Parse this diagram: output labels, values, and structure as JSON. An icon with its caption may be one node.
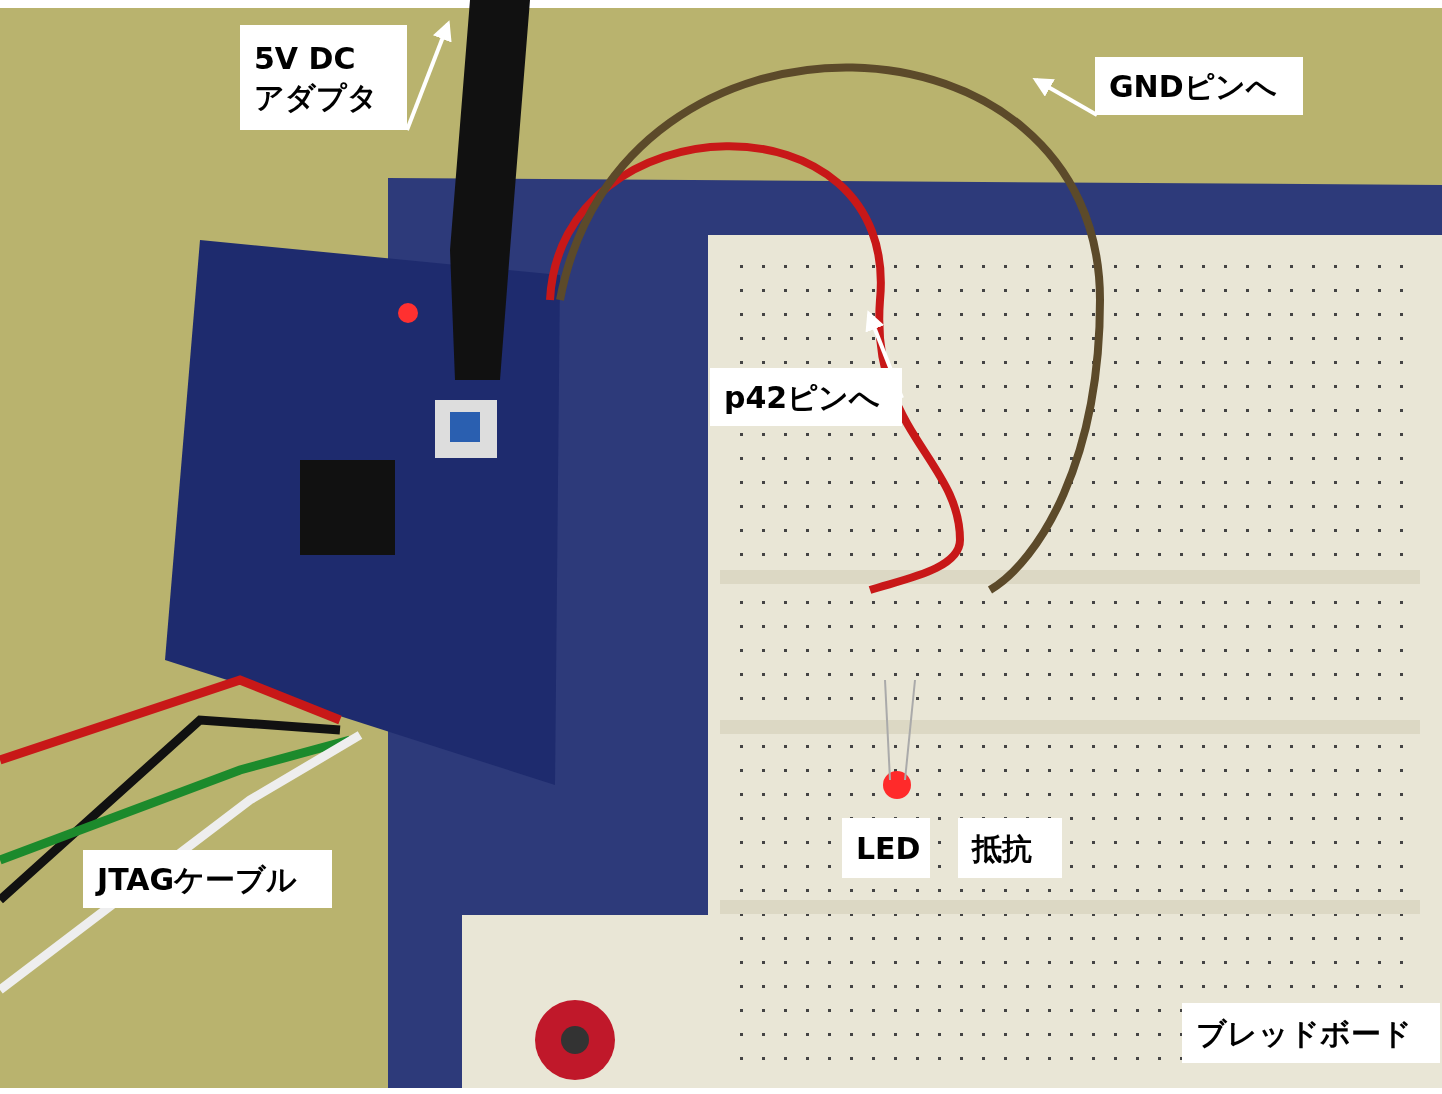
{
  "diagram": {
    "nodes": [
      {
        "text": [
          "5V DC アダプタ"
        ]
      },
      {
        "text": [
          "GNDピンへ"
        ]
      },
      {
        "text": [
          "p42ピンへ"
        ]
      },
      {
        "text": [
          "JTAGケーブル"
        ]
      },
      {
        "text": [
          "LED"
        ]
      },
      {
        "text": [
          "抵抗"
        ]
      },
      {
        "text": [
          "ブレッドボード"
        ]
      }
    ],
    "edges": [
      {
        "from": 0,
        "to": null,
        "arrow": "to"
      },
      {
        "from": 1,
        "to": null,
        "arrow": "to"
      },
      {
        "from": 2,
        "to": null,
        "arrow": "to"
      }
    ]
  }
}
